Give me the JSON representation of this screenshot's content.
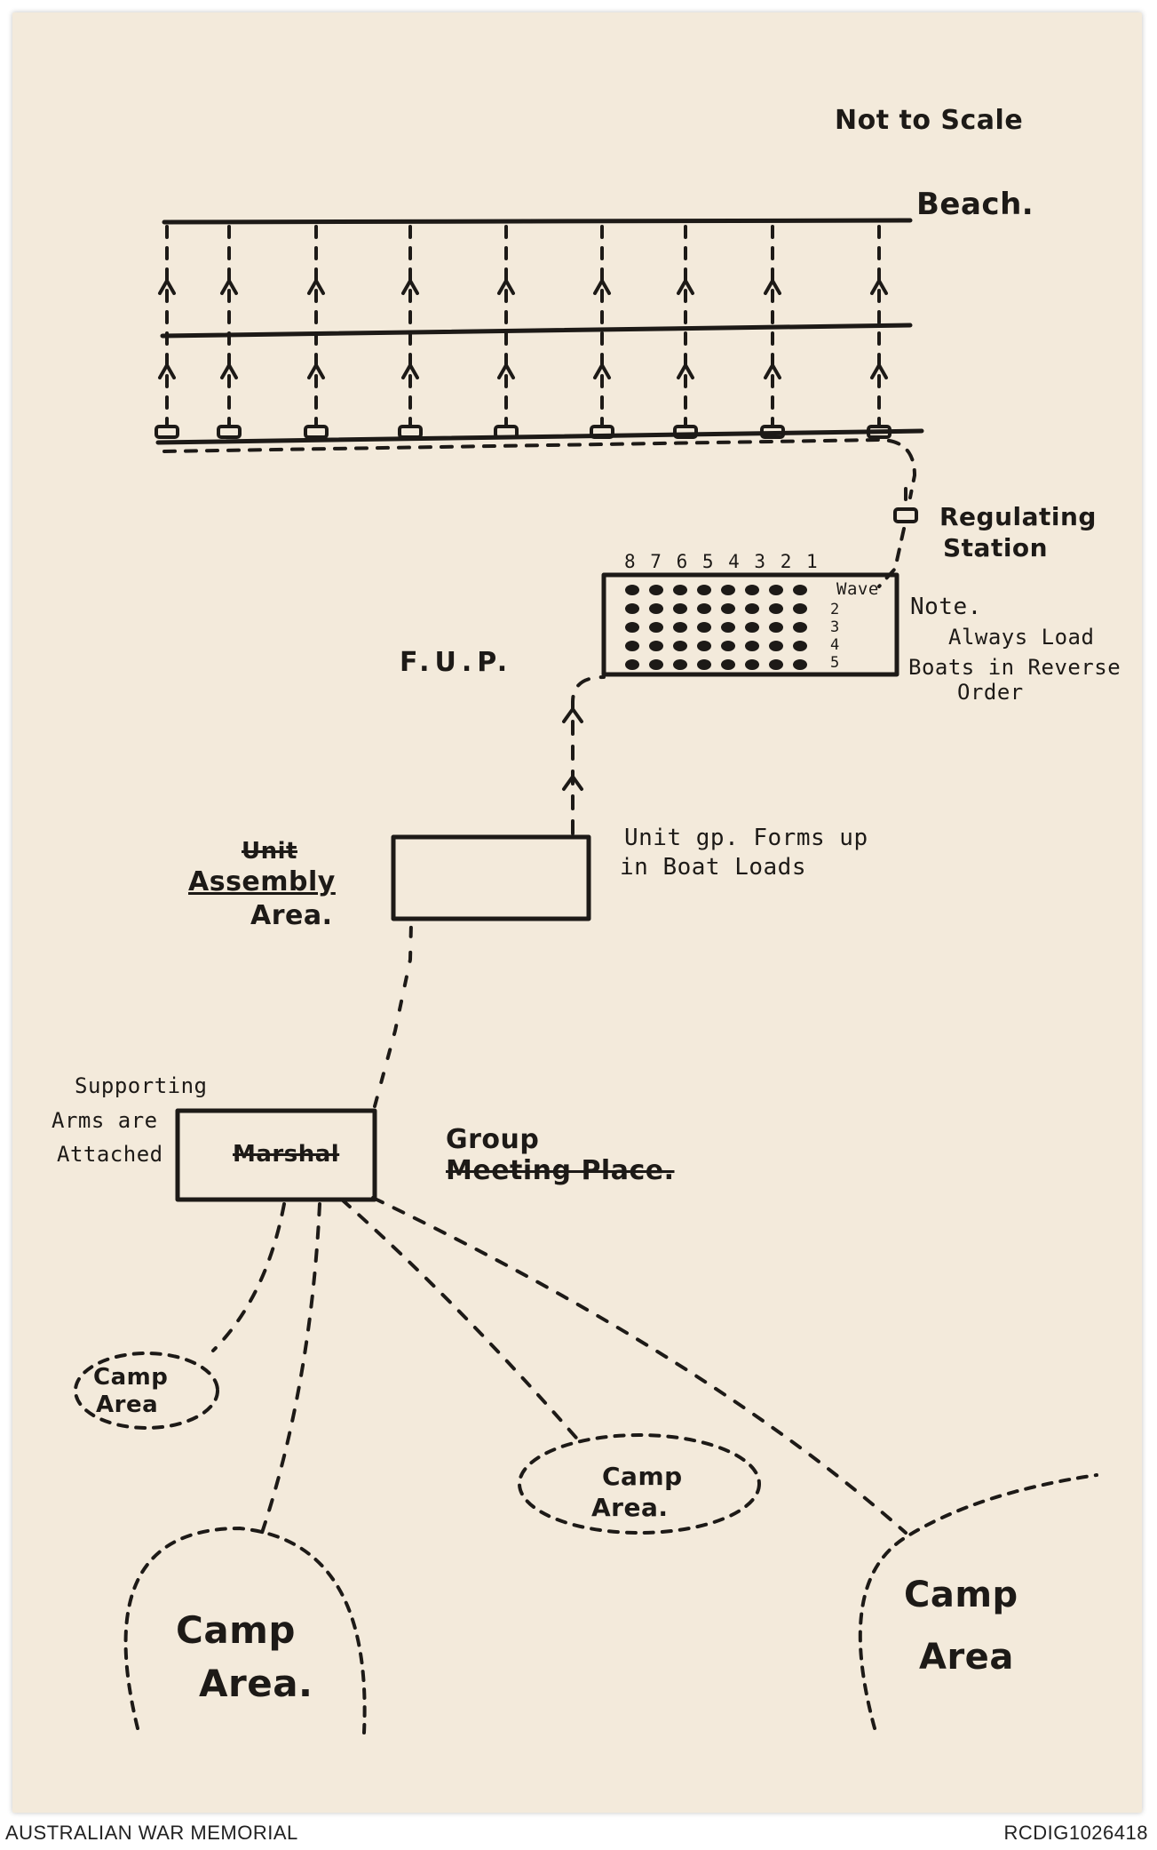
{
  "labels": {
    "not_to_scale": "Not to Scale",
    "beach": "Beach.",
    "regulating_station_1": "Regulating",
    "regulating_station_2": "Station",
    "wave_numbers": "8 7 6 5 4 3 2 1",
    "wave_label": "Wave",
    "wave_rows": [
      "2",
      "3",
      "4",
      "5"
    ],
    "note_1": "Note.",
    "note_2": "Always Load",
    "note_3": "Boats in Reverse",
    "note_4": "Order",
    "fup": "F.U.P.",
    "unit_1": "Unit",
    "unit_2": "Assembly",
    "unit_3": "Area.",
    "unit_gp_1": "Unit gp. Forms up",
    "unit_gp_2": "in Boat Loads",
    "supporting_1": "Supporting",
    "supporting_2": "Arms are",
    "supporting_3": "Attached",
    "marshal": "Marshal",
    "group_1": "Group",
    "group_2": "Meeting Place.",
    "camp_area_1a": "Camp",
    "camp_area_1b": "Area",
    "camp_area_2a": "Camp",
    "camp_area_2b": "Area.",
    "camp_area_3a": "Camp",
    "camp_area_3b": "Area.",
    "camp_area_4a": "Camp",
    "camp_area_4b": "Area"
  },
  "footer": {
    "left": "AUSTRALIAN WAR MEMORIAL",
    "right": "RCDIG1026418"
  },
  "colors": {
    "paper": "#f3eadb",
    "ink": "#1d1a17"
  }
}
